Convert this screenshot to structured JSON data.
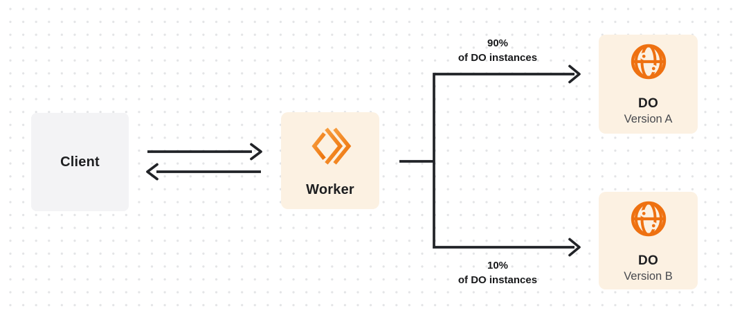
{
  "diagram": {
    "nodes": {
      "client": {
        "label": "Client"
      },
      "worker": {
        "label": "Worker",
        "icon": "workers-chevrons-icon"
      },
      "do_version_a": {
        "title": "DO",
        "subtitle": "Version A",
        "icon": "globe-icon"
      },
      "do_version_b": {
        "title": "DO",
        "subtitle": "Version B",
        "icon": "globe-icon"
      }
    },
    "edges": {
      "client_worker": {
        "type": "bidirectional-arrows"
      },
      "worker_do_a": {
        "percent": "90%",
        "caption": "of DO instances"
      },
      "worker_do_b": {
        "percent": "10%",
        "caption": "of DO instances"
      }
    },
    "colors": {
      "accent_orange": "#f6821f",
      "globe_orange": "#ee7111",
      "node_cream": "#fcf1e2",
      "node_gray": "#f3f3f5",
      "connector_dark": "#212327",
      "dot_grid": "#e3e4e6"
    }
  }
}
